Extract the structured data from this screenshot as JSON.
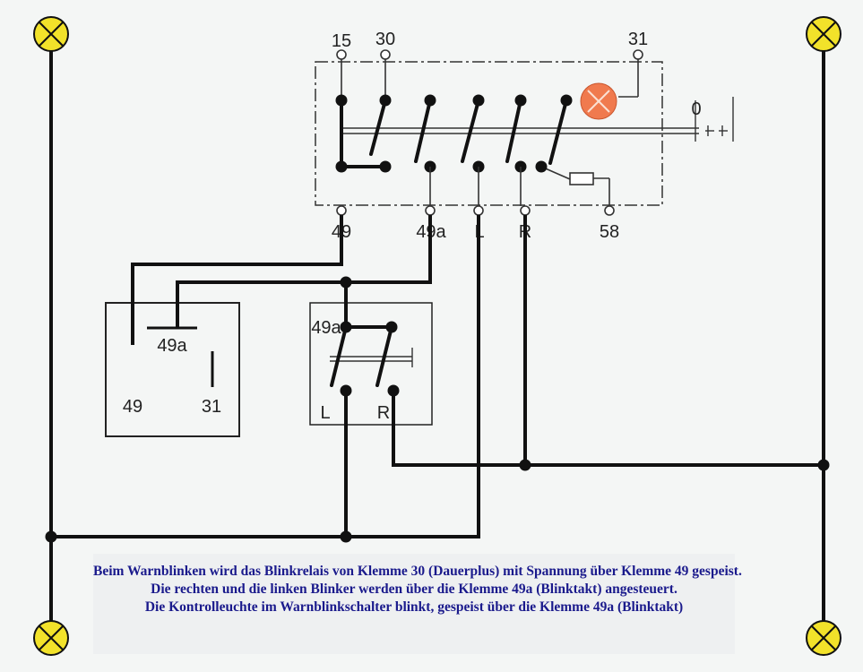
{
  "diagram": {
    "relay_terminals_top": [
      "15",
      "30",
      "31"
    ],
    "relay_terminals_bottom": [
      "49",
      "49a",
      "L",
      "R",
      "58"
    ],
    "switch_position_label": "0",
    "flasher_unit_labels": [
      "49a",
      "49",
      "31"
    ],
    "hazard_switch_labels": [
      "49a",
      "L",
      "R"
    ]
  },
  "caption": {
    "line1": "Beim Warnblinken wird das Blinkrelais von Klemme 30 (Dauerplus) mit Spannung über Klemme 49 gespeist.",
    "line2": "Die rechten und die linken Blinker werden über die Klemme 49a (Blinktakt) angesteuert.",
    "line3": "Die Kontrolleuchte im Warnblinkschalter blinkt, gespeist über die Klemme 49a (Blinktakt)"
  },
  "colors": {
    "wire": "#111111",
    "indicator_lamp": "#f2e22a",
    "control_lamp": "#f07a4e",
    "caption_text": "#1a1a8c"
  }
}
